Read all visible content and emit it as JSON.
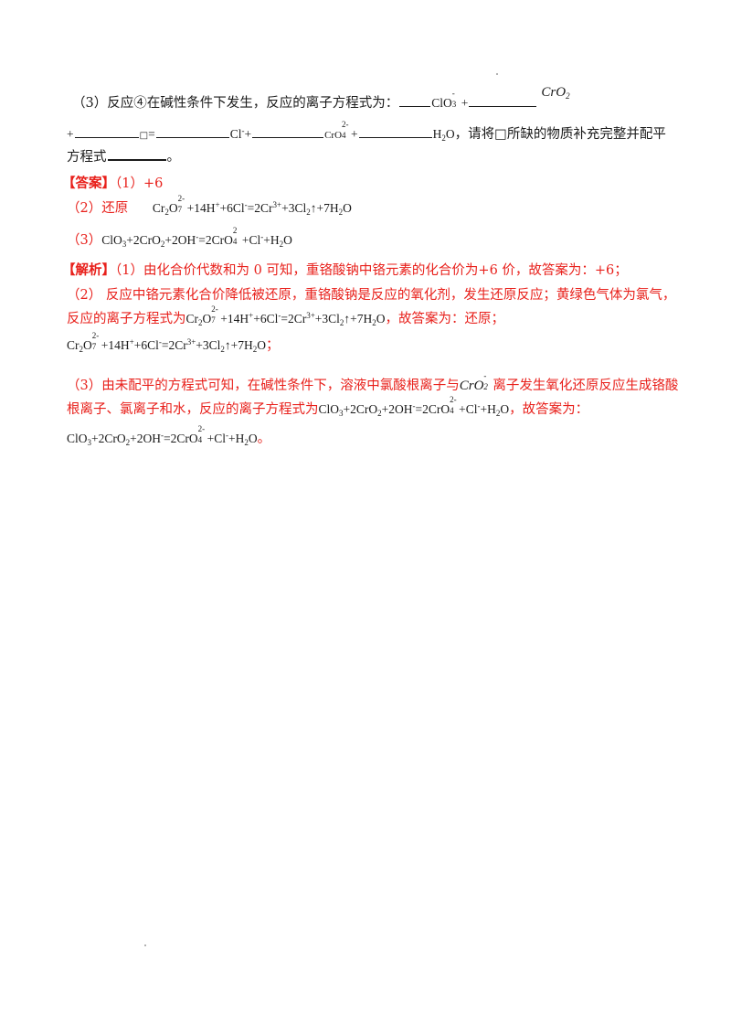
{
  "q3": {
    "prefix": "（3）反应④在碱性条件下发生，反应的离子方程式为：",
    "clo3": "ClO",
    "clo3_sub": "3",
    "clo3_sup": "-",
    "plus": "+",
    "cro2": "CrO",
    "cro2_sub": "2",
    "box_symbol": "□",
    "equals": "=",
    "cl": "Cl",
    "cl_sup": "-",
    "cro4": "CrO",
    "cro4_sub": "4",
    "cro4_sup": "2-",
    "h2o_h": "H",
    "h2o_sub": "2",
    "h2o_o": "O",
    "instruction": "，请将□所缺的物质补充完整并配平",
    "line3": "方程式",
    "end": "。"
  },
  "answer": {
    "label": "【答案】",
    "a1": "（1）+6",
    "a2_label": "（2）还原",
    "eq_cr2o7": "Cr",
    "eq_cr2o7_mid": "O",
    "n2": "2",
    "n7": "7",
    "sup2m": "2-",
    "t14h": "+14H",
    "supplus": "+",
    "t6cl": "+6Cl",
    "supminus": "-",
    "t2cr": "=2Cr",
    "sup3p": "3+",
    "t3cl2": "+3Cl",
    "arrow": "↑",
    "t7h2o": "+7H",
    "o": "O",
    "a3_label": "（3）",
    "a3_clo3": "ClO",
    "n3": "3",
    "a3_2cro2": "+2CrO",
    "a3_2ohm": "+2OH",
    "a3_2cro4": "=2CrO",
    "n4": "4",
    "a3_cl": "+Cl",
    "a3_h2o": "+H"
  },
  "analysis": {
    "label": "【解析】",
    "p1": "（1）由化合价代数和为 0 可知，重铬酸钠中铬元素的化合价为+6 价，故答案为：+6；",
    "p2a": "（2） 反应中铬元素化合价降低被还原，重铬酸钠是反应的氧化剂，发生还原反应；黄绿色气体为氯气，",
    "p2b": "反应的离子方程式为",
    "p2b_tail": "，故答案为：还原；",
    "p2c_tail": "；",
    "p3a_1": "（3）由未配平的方程式可知，在碱性条件下，溶液中氯酸根离子与",
    "p3a_2": "离子发生氧化还原反应生成铬酸",
    "p3b": "根离子、氯离子和水，反应的离子方程式为",
    "p3b_tail": "，故答案为：",
    "p3c_tail": "。"
  }
}
